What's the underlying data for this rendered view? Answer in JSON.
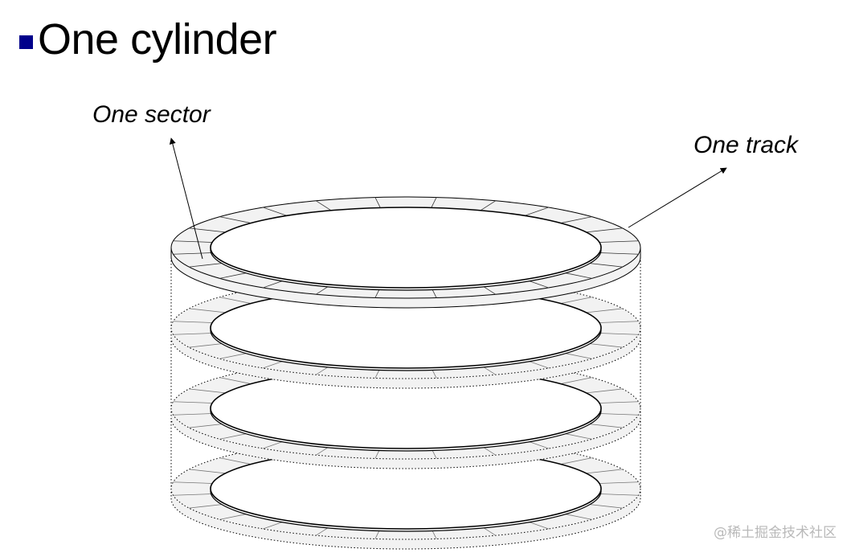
{
  "title": {
    "bullet_color": "#00008b",
    "text": "One cylinder"
  },
  "labels": {
    "sector": "One sector",
    "track": "One track"
  },
  "diagram": {
    "platter_count": 4,
    "sectors_per_track": 24
  },
  "watermark": "@稀土掘金技术社区",
  "colors": {
    "ring_fill": "#f2f2f2",
    "line": "#000000",
    "watermark": "#b9b9b9"
  }
}
